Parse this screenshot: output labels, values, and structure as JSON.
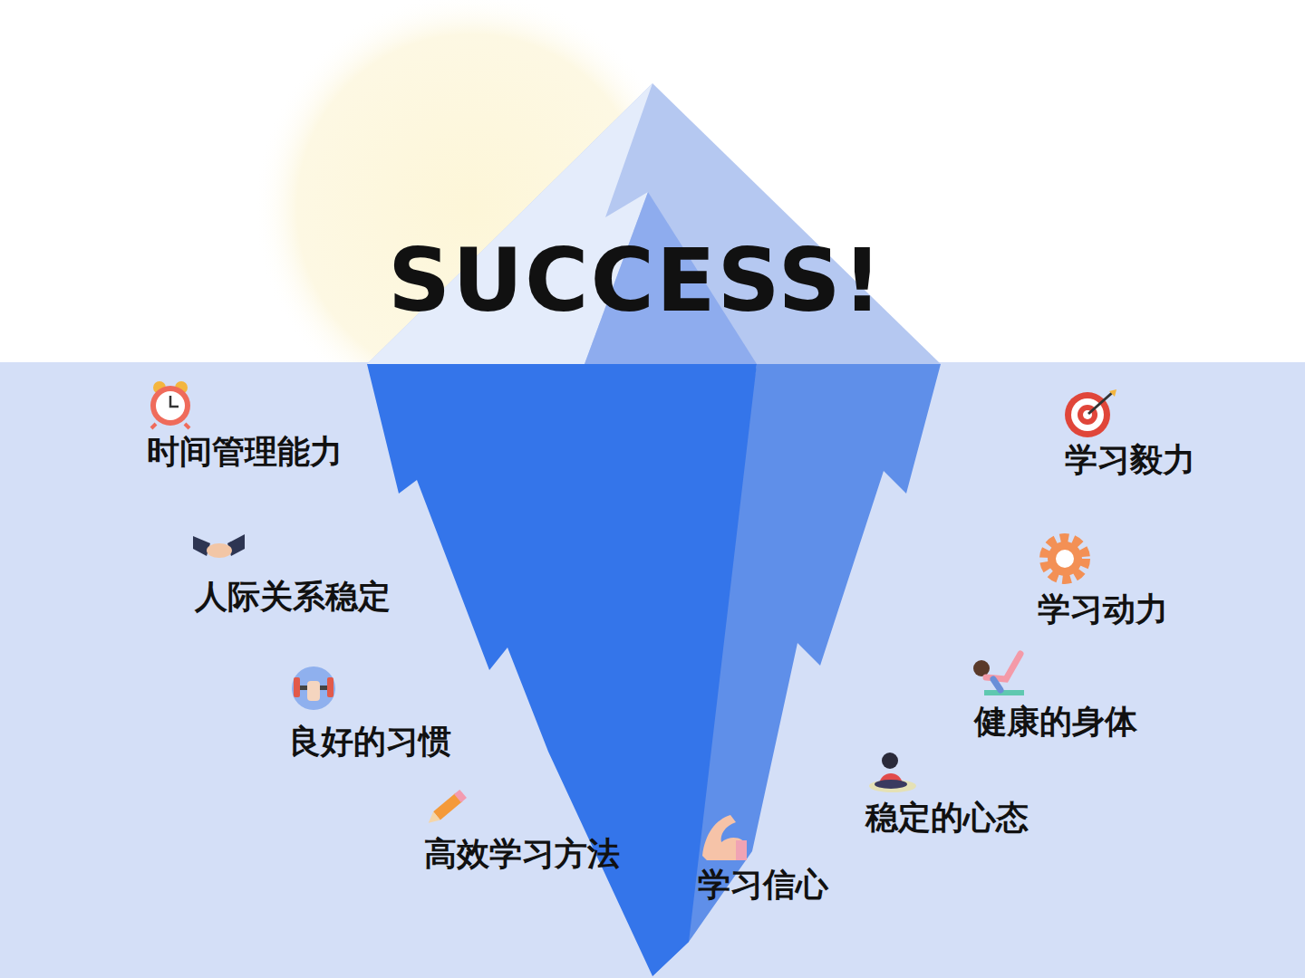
{
  "diagram": {
    "title": "SUCCESS!",
    "labels": [
      "时间管理能力",
      "人际关系稳定",
      "良好的习惯",
      "高效学习方法",
      "学习信心",
      "稳定的心态",
      "健康的身体",
      "学习动力",
      "学习毅力"
    ]
  }
}
